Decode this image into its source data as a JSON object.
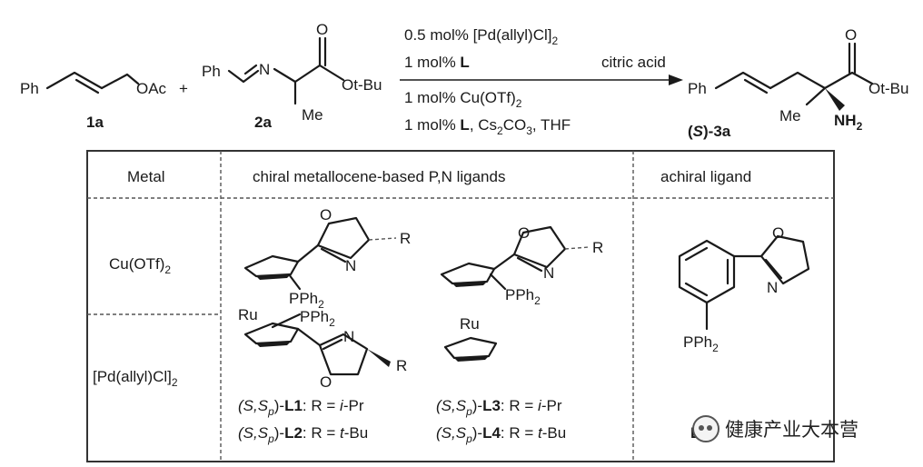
{
  "reaction": {
    "reactant1": {
      "label": "1a",
      "ph": "Ph",
      "group": "OAc"
    },
    "plus": "+",
    "reactant2": {
      "label": "2a",
      "ph": "Ph",
      "n": "N",
      "ester": "Ot-Bu",
      "me": "Me"
    },
    "conditions": {
      "line1": "0.5 mol% [Pd(allyl)Cl]",
      "line1_sub": "2",
      "line2": "1 mol% ",
      "line2_bold": "L",
      "line3": "1 mol% Cu(OTf)",
      "line3_sub": "2",
      "line4_a": "1 mol% ",
      "line4_bold": "L",
      "line4_b": ", Cs",
      "line4_sub1": "2",
      "line4_c": "CO",
      "line4_sub2": "3",
      "line4_d": ", THF",
      "above_arrow": "citric acid"
    },
    "product": {
      "label_a": "(",
      "label_s": "S",
      "label_b": ")-3a",
      "ph": "Ph",
      "ester": "Ot-Bu",
      "me": "Me",
      "nh": "NH",
      "nh_sub": "2"
    }
  },
  "table": {
    "headers": {
      "metal": "Metal",
      "chiral": "chiral metallocene-based P,N ligands",
      "achiral": "achiral ligand"
    },
    "rows": {
      "cu": "Cu(OTf)",
      "cu_sub": "2",
      "pd": "[Pd(allyl)Cl]",
      "pd_sub": "2"
    },
    "atoms": {
      "o": "O",
      "n": "N",
      "r": "R",
      "pph": "PPh",
      "pph_sub": "2",
      "ru": "Ru"
    },
    "ligands": [
      {
        "pre": "(S,S",
        "sub": "p",
        "mid": ")-",
        "name": "L1",
        "post": ": R = ",
        "r": "i",
        "r2": "-Pr"
      },
      {
        "pre": "(S,S",
        "sub": "p",
        "mid": ")-",
        "name": "L2",
        "post": ": R = ",
        "r": "t",
        "r2": "-Bu"
      },
      {
        "pre": "(S,S",
        "sub": "p",
        "mid": ")-",
        "name": "L3",
        "post": ": R = ",
        "r": "i",
        "r2": "-Pr"
      },
      {
        "pre": "(S,S",
        "sub": "p",
        "mid": ")-",
        "name": "L4",
        "post": ": R = ",
        "r": "t",
        "r2": "-Bu"
      }
    ],
    "achiral_label": "L"
  },
  "watermark": {
    "text": "健康产业大本营",
    "icon": "wechat-icon"
  }
}
